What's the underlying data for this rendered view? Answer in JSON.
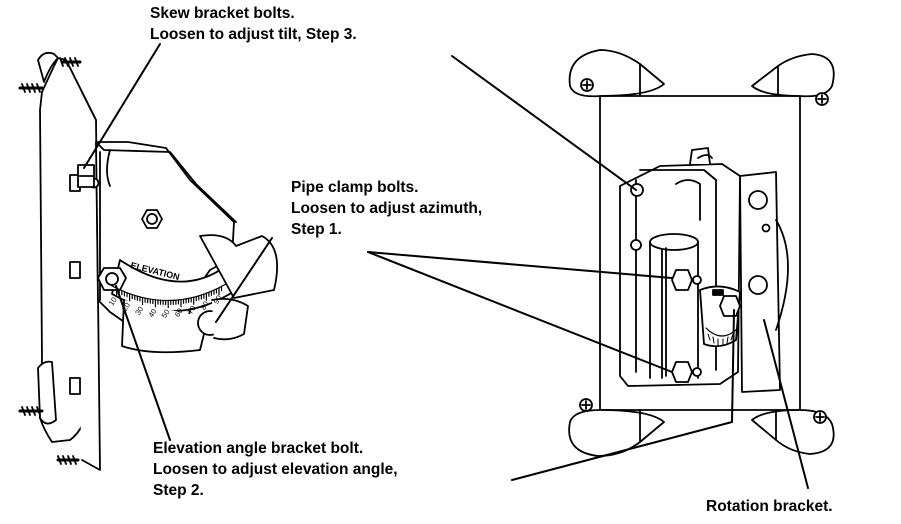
{
  "callouts": {
    "skew": {
      "line1": "Skew bracket bolts.",
      "line2": "Loosen to adjust tilt, Step 3."
    },
    "pipe": {
      "line1": "Pipe clamp bolts.",
      "line2": "Loosen to adjust azimuth,",
      "line3": "Step 1."
    },
    "elevation": {
      "line1": "Elevation angle bracket bolt.",
      "line2": "Loosen to adjust elevation angle,",
      "line3": "Step 2."
    },
    "rotation": {
      "line1": "Rotation bracket."
    }
  },
  "scale": {
    "title": "ELEVATION",
    "ticks": [
      "10",
      "20",
      "30",
      "40",
      "50",
      "60",
      "70",
      "80",
      "90"
    ]
  },
  "colors": {
    "ink": "#000000",
    "paper": "#ffffff"
  }
}
